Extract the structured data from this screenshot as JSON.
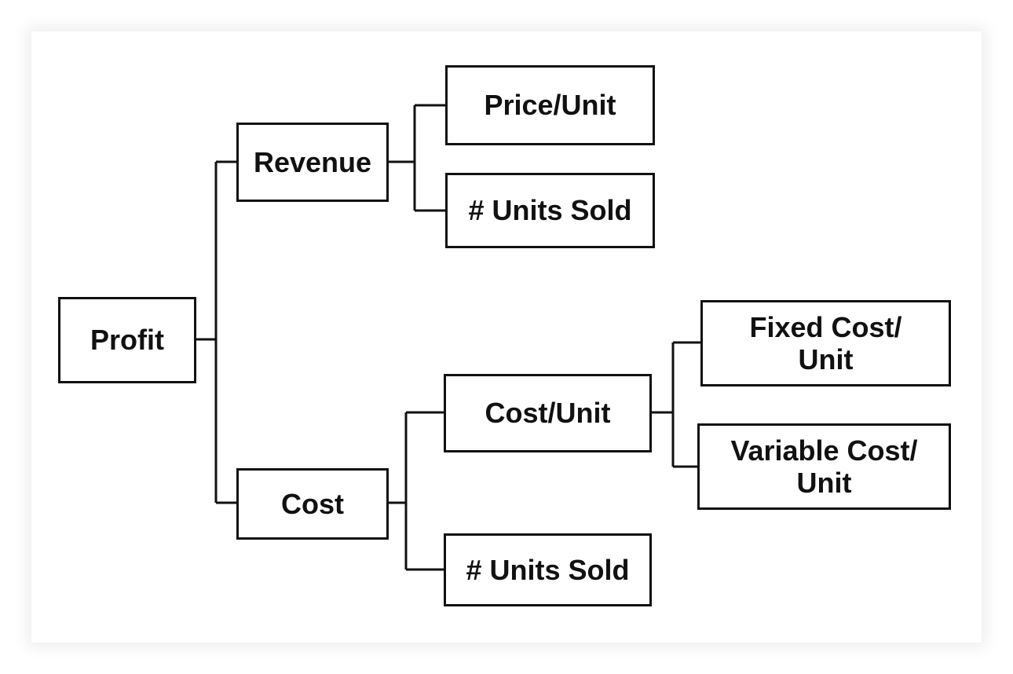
{
  "diagram": {
    "nodes": {
      "profit": "Profit",
      "revenue": "Revenue",
      "cost": "Cost",
      "price_unit": "Price/Unit",
      "units_sold_revenue": "# Units Sold",
      "cost_unit": "Cost/Unit",
      "units_sold_cost": "# Units Sold",
      "fixed_cost_unit": "Fixed Cost/\nUnit",
      "variable_cost_unit": "Variable Cost/\nUnit"
    },
    "edges": [
      [
        "profit",
        "revenue"
      ],
      [
        "profit",
        "cost"
      ],
      [
        "revenue",
        "price_unit"
      ],
      [
        "revenue",
        "units_sold_revenue"
      ],
      [
        "cost",
        "cost_unit"
      ],
      [
        "cost",
        "units_sold_cost"
      ],
      [
        "cost_unit",
        "fixed_cost_unit"
      ],
      [
        "cost_unit",
        "variable_cost_unit"
      ]
    ],
    "line_color": "#111111",
    "box_border_color": "#111111"
  }
}
